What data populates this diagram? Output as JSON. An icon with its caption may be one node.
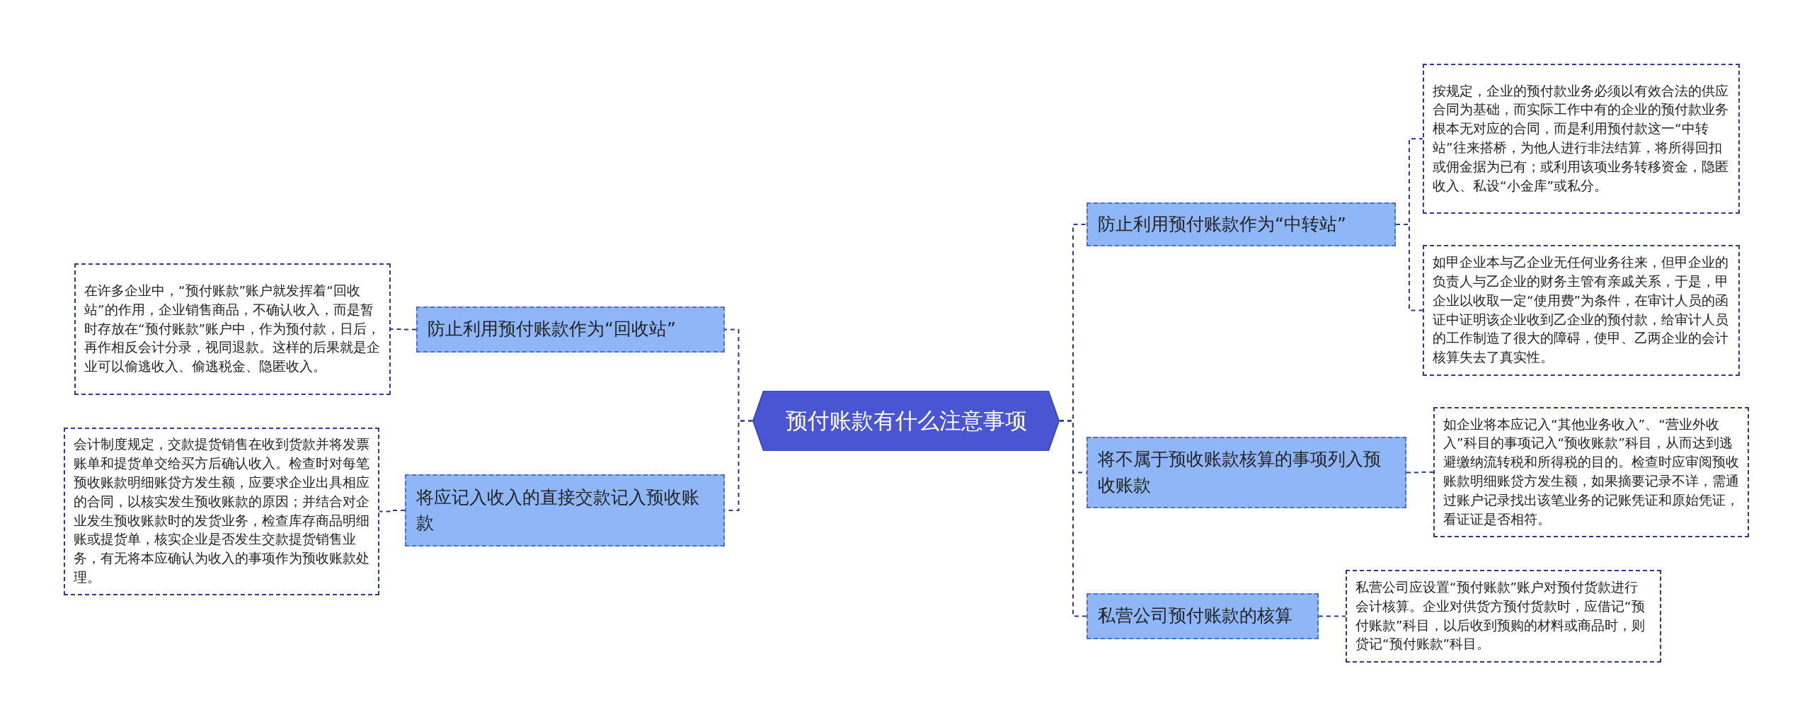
{
  "diagram": {
    "nodes": [
      {
        "text": [
          "预付账款有什么注意事项"
        ]
      },
      {
        "text": [
          "防止利用预付账款作为“回收站”"
        ]
      },
      {
        "text": [
          "在许多企业中，“预付账款”账户就发挥着“回收站”的作用，企业销售商品，不确认收入，而是暂时存放在“预付账款”账户中，作为预付款，日后，再作相反会计分录，视同退款。这样的后果就是企业可以偷逃收入、偷逃税金、隐匿收入。"
        ]
      },
      {
        "text": [
          "将应记入收入的直接交款记入预收账款"
        ]
      },
      {
        "text": [
          "会计制度规定，交款提货销售在收到货款并将发票账单和提货单交给买方后确认收入。检查时对每笔预收账款明细账贷方发生额，应要求企业出具相应的合同，以核实发生预收账款的原因；并结合对企业发生预收账款时的发货业务，检查库存商品明细账或提货单，核实企业是否发生交款提货销售业务，有无将本应确认为收入的事项作为预收账款处理。"
        ]
      },
      {
        "text": [
          "防止利用预付账款作为“中转站”"
        ]
      },
      {
        "text": [
          "按规定，企业的预付款业务必须以有效合法的供应合同为基础，而实际工作中有的企业的预付款业务根本无对应的合同，而是利用预付款这一“中转站”往来搭桥，为他人进行非法结算，将所得回扣或佣金据为已有；或利用该项业务转移资金，隐匿收入、私设“小金库”或私分。"
        ]
      },
      {
        "text": [
          "如甲企业本与乙企业无任何业务往来，但甲企业的负责人与乙企业的财务主管有亲戚关系，于是，甲企业以收取一定“使用费”为条件，在审计人员的函证中证明该企业收到乙企业的预付款，给审计人员的工作制造了很大的障碍，使甲、乙两企业的会计核算失去了真实性。"
        ]
      },
      {
        "text": [
          "将不属于预收账款核算的事项列入预收账款"
        ]
      },
      {
        "text": [
          "如企业将本应记入“其他业务收入”、“营业外收入”科目的事项记入“预收账款”科目，从而达到逃避缴纳流转税和所得税的目的。检查时应审阅预收账款明细账贷方发生额，如果摘要记录不详，需通过账户记录找出该笔业务的记账凭证和原始凭证，看证证是否相符。"
        ]
      },
      {
        "text": [
          "私营公司预付账款的核算"
        ]
      },
      {
        "text": [
          "私营公司应设置“预付账款”账户对预付货款进行会计核算。企业对供货方预付货款时，应借记“预付账款”科目，以后收到预购的材料或商品时，则贷记“预付账款”科目。"
        ]
      }
    ],
    "edges": [
      {
        "from": 0,
        "to": 1,
        "arrow": "none"
      },
      {
        "from": 1,
        "to": 2,
        "arrow": "none"
      },
      {
        "from": 0,
        "to": 3,
        "arrow": "none"
      },
      {
        "from": 3,
        "to": 4,
        "arrow": "none"
      },
      {
        "from": 0,
        "to": 5,
        "arrow": "none"
      },
      {
        "from": 5,
        "to": 6,
        "arrow": "none"
      },
      {
        "from": 5,
        "to": 7,
        "arrow": "none"
      },
      {
        "from": 0,
        "to": 8,
        "arrow": "none"
      },
      {
        "from": 8,
        "to": 9,
        "arrow": "none"
      },
      {
        "from": 0,
        "to": 10,
        "arrow": "none"
      },
      {
        "from": 10,
        "to": 11,
        "arrow": "none"
      }
    ]
  }
}
